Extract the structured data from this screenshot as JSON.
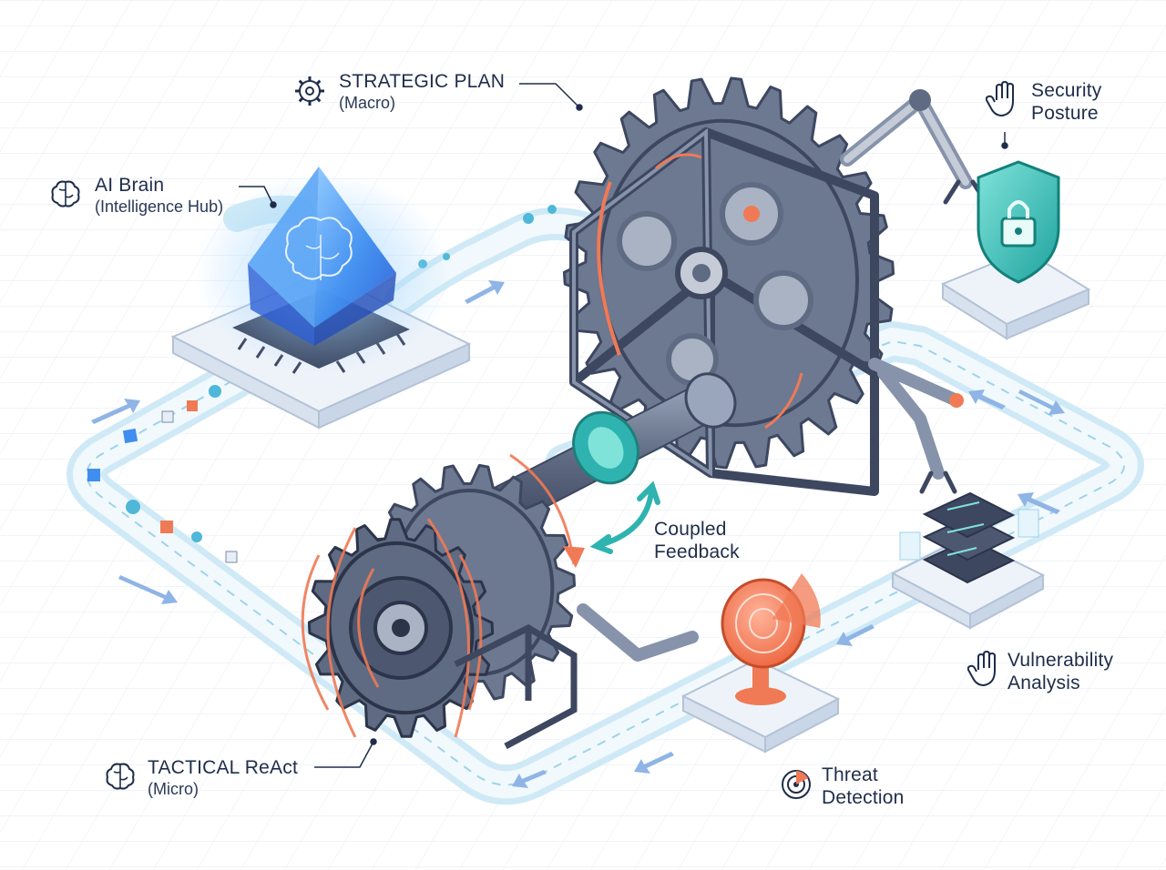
{
  "labels": {
    "strategic": {
      "title": "STRATEGIC PLAN",
      "sub": "(Macro)",
      "icon": "gear-icon"
    },
    "brain": {
      "title": "AI Brain",
      "sub": "(Intelligence Hub)",
      "icon": "brain-icon"
    },
    "security": {
      "line1": "Security",
      "line2": "Posture",
      "icon": "hand-icon"
    },
    "coupled": {
      "line1": "Coupled",
      "line2": "Feedback"
    },
    "vulnerability": {
      "line1": "Vulnerability",
      "line2": "Analysis",
      "icon": "hand-icon"
    },
    "tactical": {
      "title": "TACTICAL ReAct",
      "sub": "(Micro)",
      "icon": "brain-icon"
    },
    "threat": {
      "line1": "Threat",
      "line2": "Detection",
      "icon": "radar-icon"
    }
  },
  "colors": {
    "ink": "#1f2d4a",
    "steel": "#5f6b82",
    "steel_dark": "#3d4760",
    "accent_orange": "#f07a55",
    "accent_teal": "#2fb3b0",
    "glass_blue": "#3f8ef0",
    "track": "#bfe6f4"
  }
}
